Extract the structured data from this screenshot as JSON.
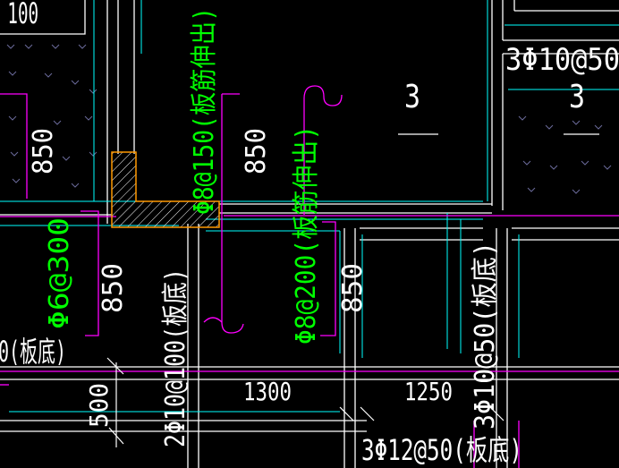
{
  "colors": {
    "background": "#000000",
    "wall": "#ffffff",
    "axis": "#00ffff",
    "rebar": "#ff00ff",
    "text_green": "#00ff00",
    "text_white": "#ffffff",
    "hatch": "#ff9900"
  },
  "labels": {
    "top_left_number": "100",
    "top_right_rebar": "3Φ10@50",
    "left_dim_850": "850",
    "center_top_rebar": "Φ8@150(板筋伸出)",
    "center_dim_850": "850",
    "center_rebar_200": "Φ8@200(板筋伸出)",
    "room_a_mark": "3",
    "room_b_mark": "3",
    "left_rebar_300": "Φ6@300",
    "lower_dim_850": "850",
    "lower_left_rebar": "2Φ10@100(板底)",
    "lower_center_dim_850": "850",
    "left_edge_board": "0(板底)",
    "right_rebar_50": "3Φ10@50(板底)",
    "dim_500": "500",
    "dim_1300": "1300",
    "dim_1250": "1250",
    "bottom_rebar": "3Φ12@50(板底)"
  }
}
